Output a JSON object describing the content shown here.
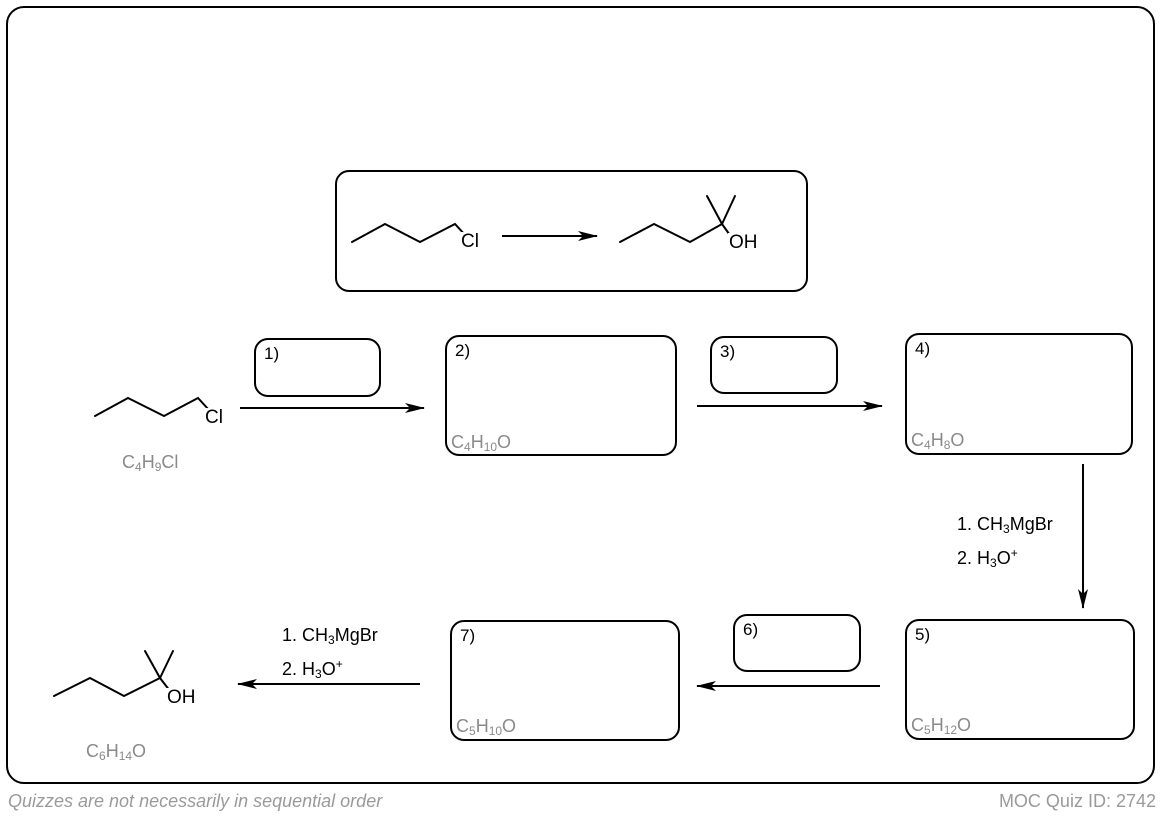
{
  "target": {
    "reactant_atom": "Cl",
    "product_atom": "OH"
  },
  "boxes": {
    "b1": "1)",
    "b2": "2)",
    "b3": "3)",
    "b4": "4)",
    "b5": "5)",
    "b6": "6)",
    "b7": "7)"
  },
  "formulas": {
    "start": [
      "C",
      "4",
      "H",
      "9",
      "Cl"
    ],
    "box2": [
      "C",
      "4",
      "H",
      "10",
      "O"
    ],
    "box4": [
      "C",
      "4",
      "H",
      "8",
      "O"
    ],
    "box5": [
      "C",
      "5",
      "H",
      "12",
      "O"
    ],
    "box7": [
      "C",
      "5",
      "H",
      "10",
      "O"
    ],
    "product": [
      "C",
      "6",
      "H",
      "14",
      "O"
    ]
  },
  "reagents": {
    "right": {
      "line1": [
        "1. CH",
        "3",
        "MgBr"
      ],
      "line2": [
        "2. H",
        "3",
        "O",
        "+"
      ]
    },
    "left": {
      "line1": [
        "1. CH",
        "3",
        "MgBr"
      ],
      "line2": [
        "2. H",
        "3",
        "O",
        "+"
      ]
    }
  },
  "atoms": {
    "start_cl": "Cl",
    "product_oh": "OH"
  },
  "footer": {
    "note": "Quizzes are not necessarily in sequential order",
    "quiz_id": "MOC Quiz ID: 2742"
  }
}
